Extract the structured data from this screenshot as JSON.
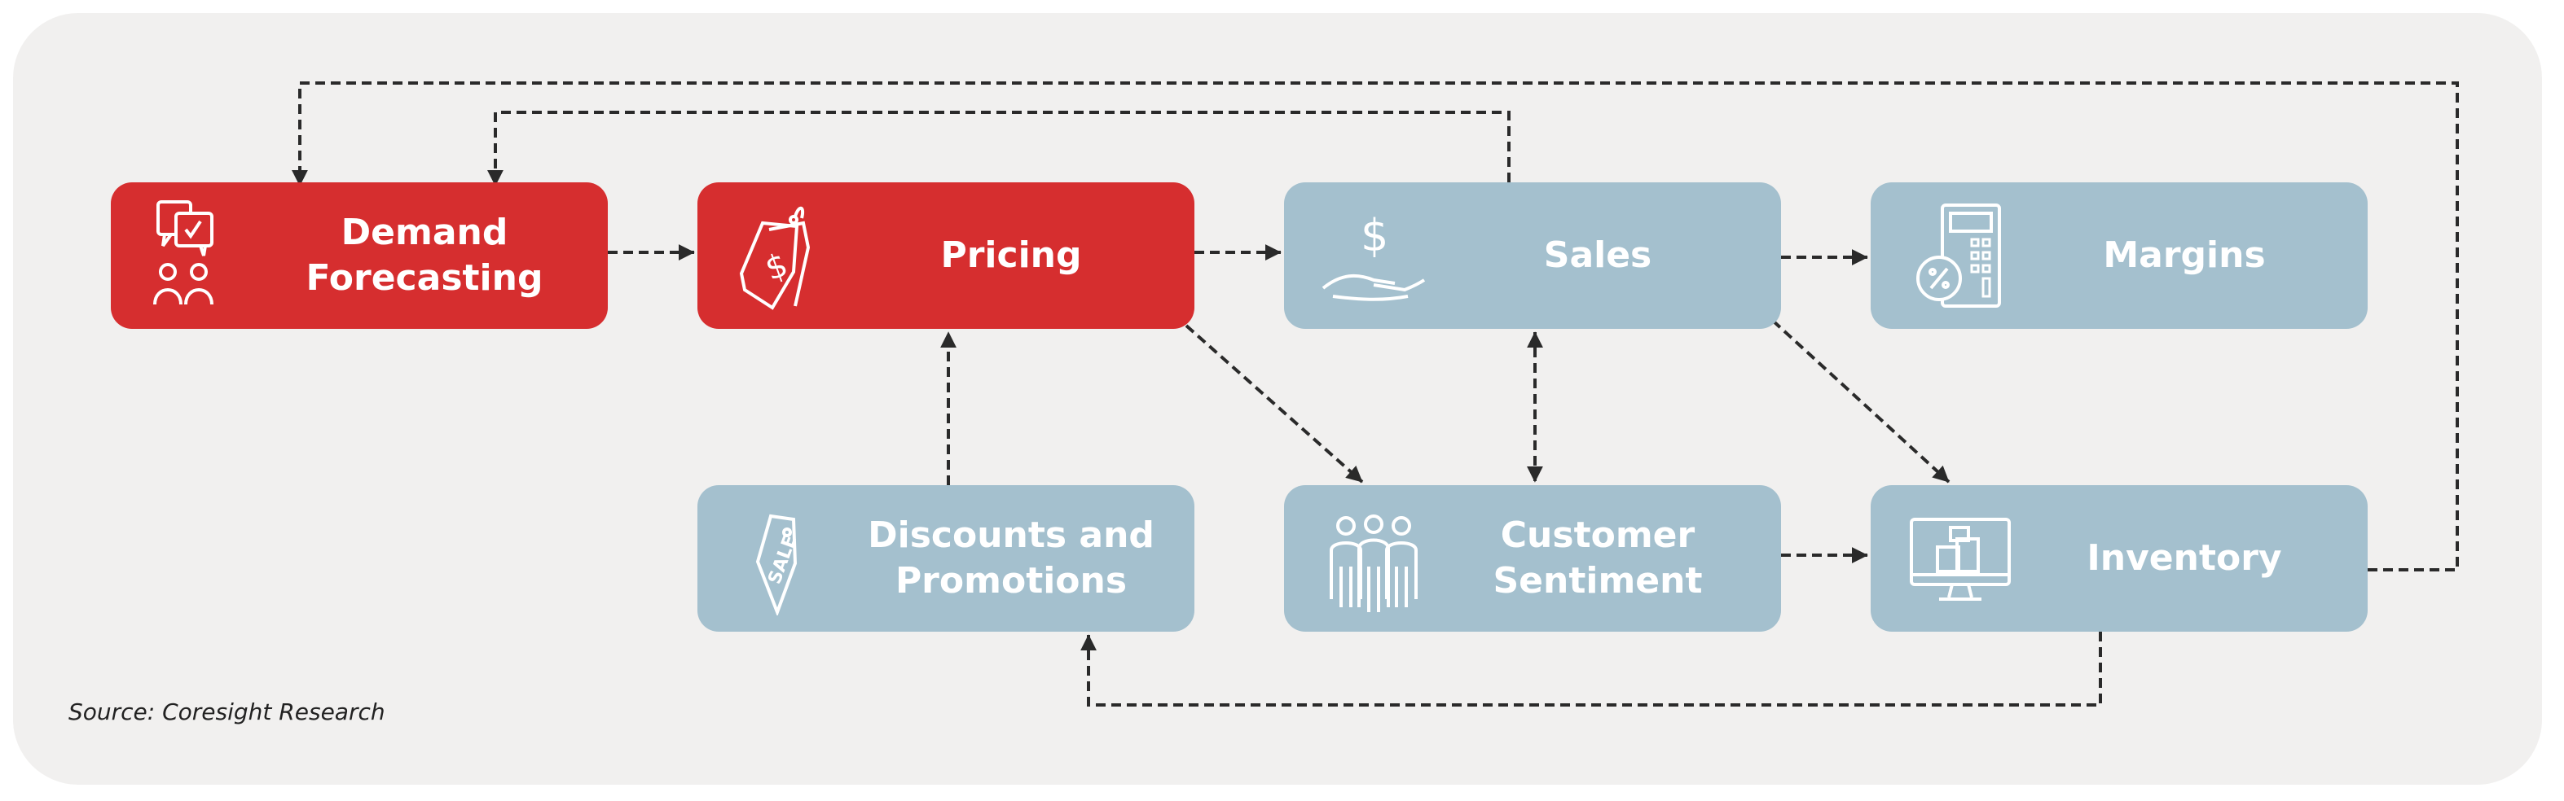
{
  "nodes": {
    "demand_forecasting": {
      "label": "Demand Forecasting",
      "icon": "chat-people-icon"
    },
    "pricing": {
      "label": "Pricing",
      "icon": "price-tag-dollar-icon"
    },
    "sales": {
      "label": "Sales",
      "icon": "hand-dollar-icon"
    },
    "margins": {
      "label": "Margins",
      "icon": "calculator-percent-icon"
    },
    "discounts": {
      "label": "Discounts and Promotions",
      "icon": "sale-tag-icon"
    },
    "customer_sentiment": {
      "label": "Customer Sentiment",
      "icon": "group-people-icon"
    },
    "inventory": {
      "label": "Inventory",
      "icon": "monitor-boxes-icon"
    }
  },
  "sale_tag_text": "SALE",
  "source": "Source: Coresight Research",
  "colors": {
    "red": "#d62e2f",
    "blue": "#a4c0ce",
    "background": "#f1f0ef",
    "arrow": "#2a2a2a"
  }
}
